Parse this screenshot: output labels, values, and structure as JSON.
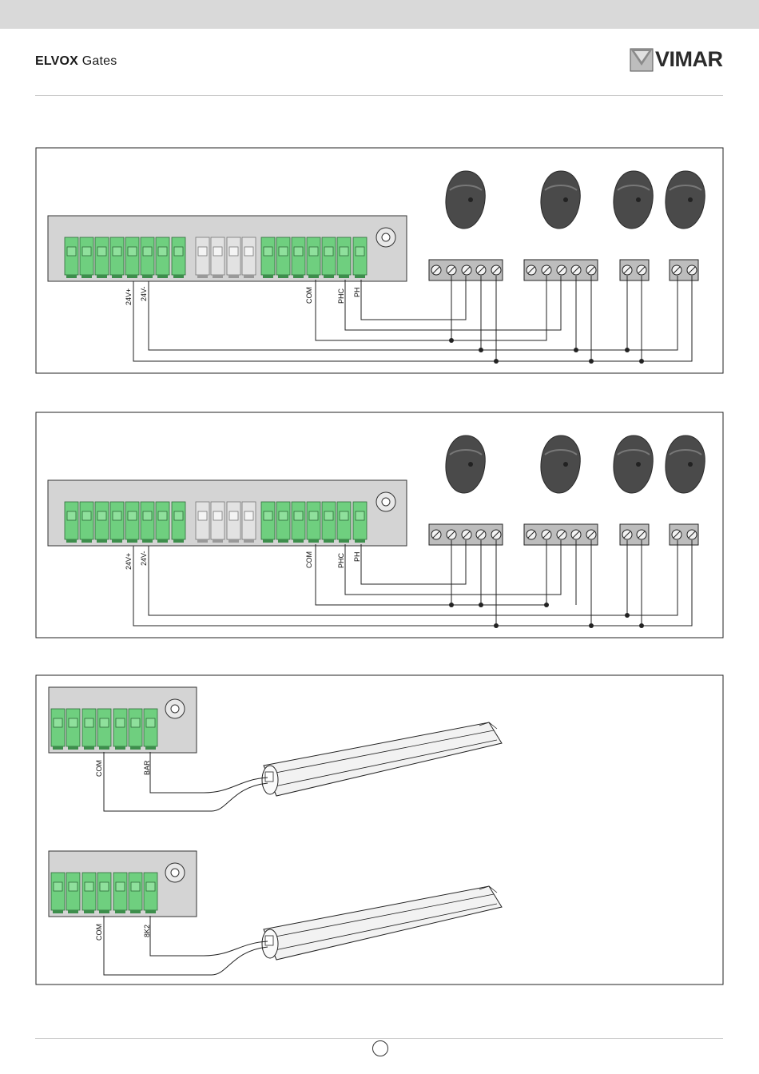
{
  "header": {
    "brand_bold": "ELVOX",
    "brand_light": "Gates",
    "logo_text": "VIMAR"
  },
  "diagram1": {
    "terminals": {
      "v24p": "24V+",
      "v24m": "24V-",
      "com": "COM",
      "phc": "PHC",
      "ph": "PH"
    }
  },
  "diagram2": {
    "terminals": {
      "v24p": "24V+",
      "v24m": "24V-",
      "com": "COM",
      "phc": "PHC",
      "ph": "PH"
    }
  },
  "diagram3": {
    "top": {
      "com": "COM",
      "sig": "BAR"
    },
    "bottom": {
      "com": "COM",
      "sig": "8K2"
    }
  },
  "footer": {
    "page_number": ""
  }
}
